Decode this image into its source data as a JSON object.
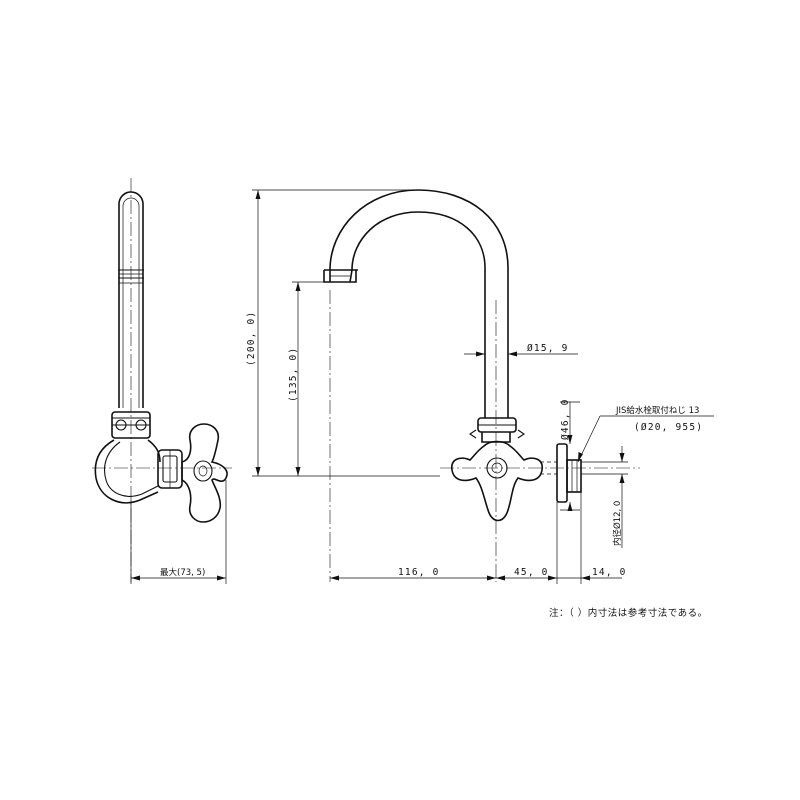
{
  "dimensions": {
    "max_width": "最大(73, 5)",
    "height_total": "(200, 0)",
    "height_spout": "(135, 0)",
    "pipe_diameter": "Ø15, 9",
    "thread_name": "JIS給水栓取付ねじ 13",
    "thread_diameter": "(Ø20, 955)",
    "flange_diameter": "Ø46, 0",
    "inner_diameter": "内径Ø12, 0",
    "reach": "116, 0",
    "handle_offset": "45, 0",
    "thread_length": "14, 0"
  },
  "note": "注：（ ）内寸法は参考寸法である。"
}
